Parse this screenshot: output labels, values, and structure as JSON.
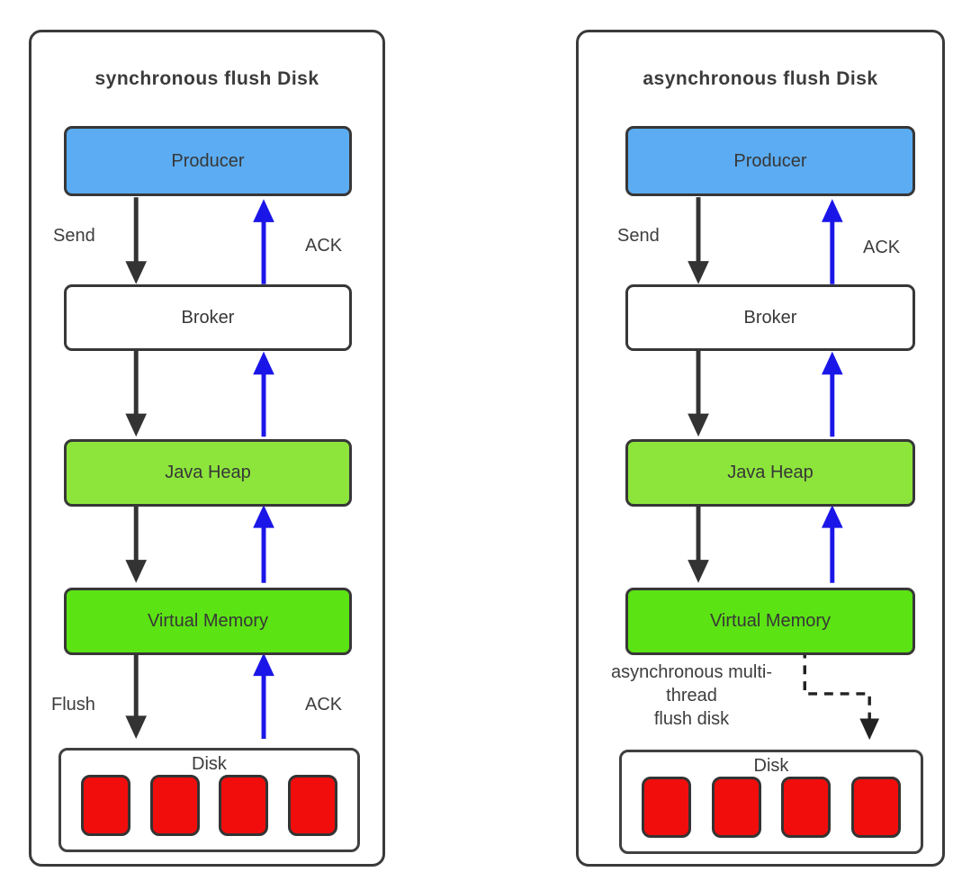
{
  "panels": [
    {
      "title": "synchronous flush Disk",
      "nodes": {
        "producer": "Producer",
        "broker": "Broker",
        "java_heap": "Java Heap",
        "virtual_memory": "Virtual Memory",
        "disk": "Disk"
      },
      "labels": {
        "send": "Send",
        "ack_upper": "ACK",
        "flush": "Flush",
        "ack_lower": "ACK"
      }
    },
    {
      "title": "asynchronous flush Disk",
      "nodes": {
        "producer": "Producer",
        "broker": "Broker",
        "java_heap": "Java Heap",
        "virtual_memory": "Virtual Memory",
        "disk": "Disk"
      },
      "labels": {
        "send": "Send",
        "ack_upper": "ACK",
        "async_note_line1": "asynchronous multi-",
        "async_note_line2": "thread",
        "async_note_line3": "flush disk"
      }
    }
  ],
  "colors": {
    "producer_fill": "#5bacf2",
    "java_heap_fill": "#8de53c",
    "virtual_memory_fill": "#5ce314",
    "disk_block_fill": "#f20d0d",
    "ack_arrow_blue": "#1b16e8",
    "flow_arrow_black": "#333333",
    "box_border": "#373737"
  }
}
